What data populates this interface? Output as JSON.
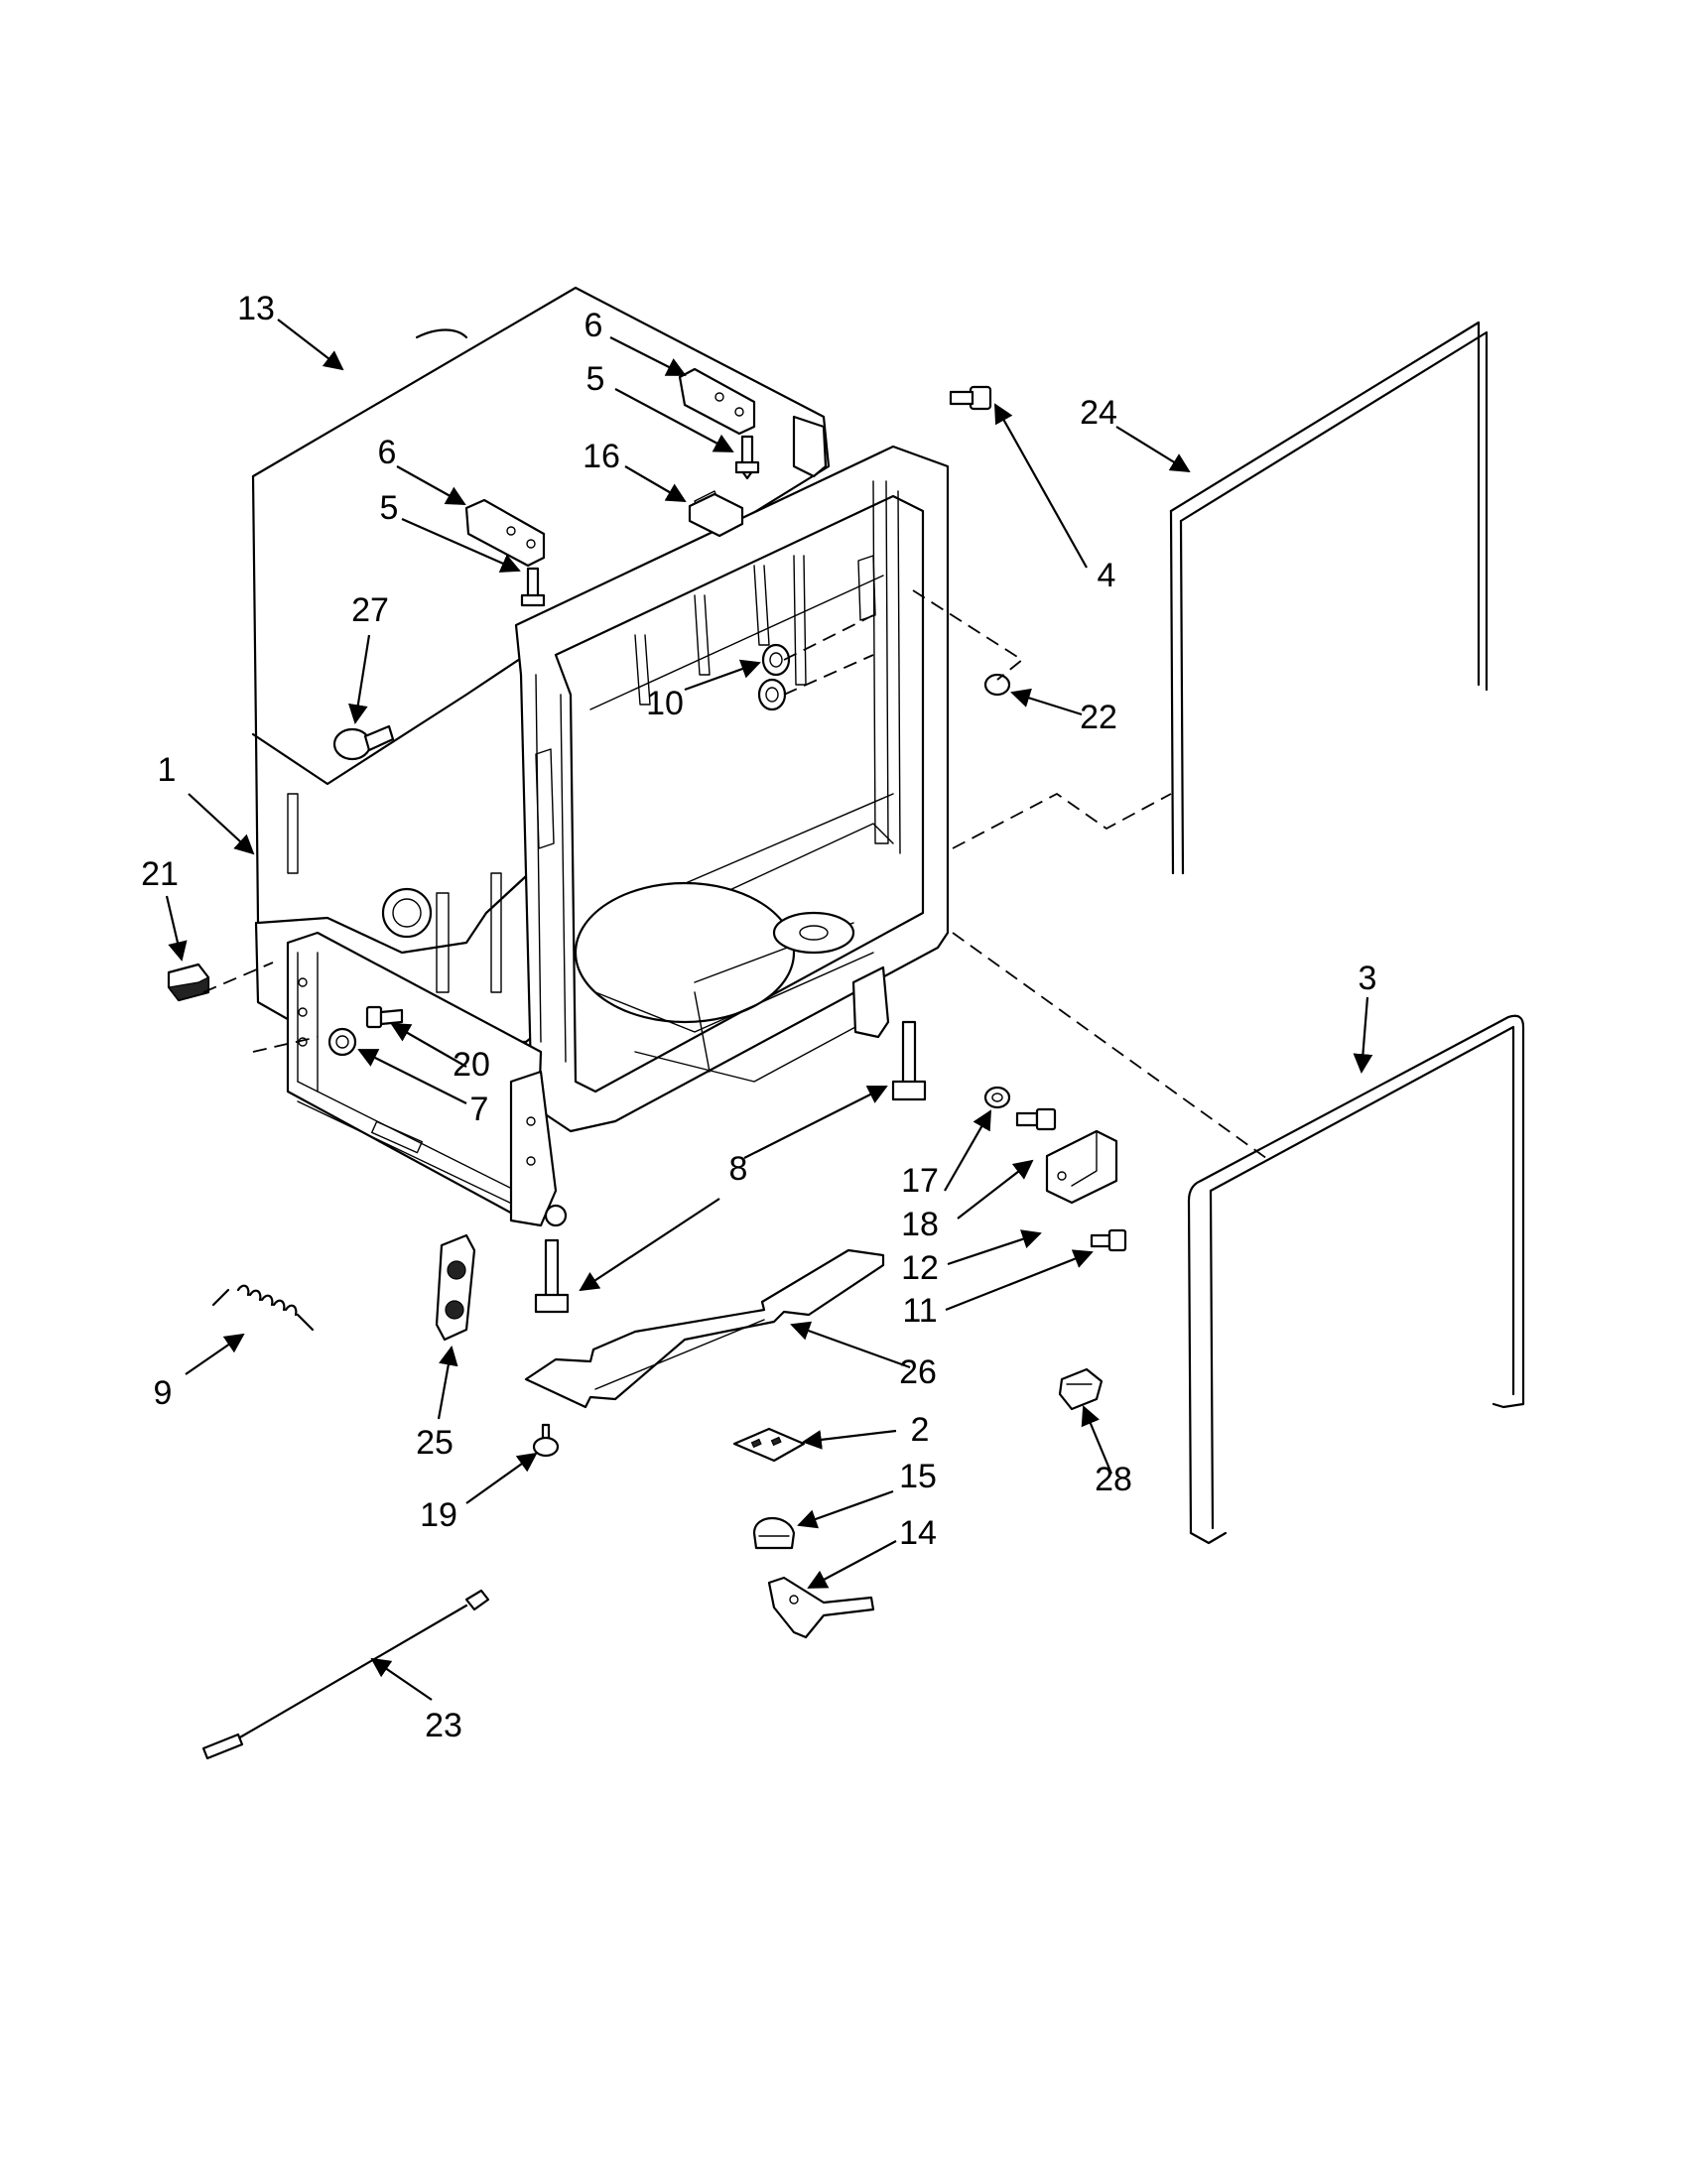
{
  "diagram": {
    "callouts": [
      {
        "id": "c13",
        "text": "13"
      },
      {
        "id": "c6a",
        "text": "6"
      },
      {
        "id": "c5a",
        "text": "5"
      },
      {
        "id": "c6b",
        "text": "6"
      },
      {
        "id": "c16",
        "text": "16"
      },
      {
        "id": "c5b",
        "text": "5"
      },
      {
        "id": "c24",
        "text": "24"
      },
      {
        "id": "c4",
        "text": "4"
      },
      {
        "id": "c27",
        "text": "27"
      },
      {
        "id": "c10",
        "text": "10"
      },
      {
        "id": "c22",
        "text": "22"
      },
      {
        "id": "c1",
        "text": "1"
      },
      {
        "id": "c21",
        "text": "21"
      },
      {
        "id": "c3",
        "text": "3"
      },
      {
        "id": "c20",
        "text": "20"
      },
      {
        "id": "c7",
        "text": "7"
      },
      {
        "id": "c8",
        "text": "8"
      },
      {
        "id": "c17",
        "text": "17"
      },
      {
        "id": "c18",
        "text": "18"
      },
      {
        "id": "c12",
        "text": "12"
      },
      {
        "id": "c11",
        "text": "11"
      },
      {
        "id": "c26",
        "text": "26"
      },
      {
        "id": "c9",
        "text": "9"
      },
      {
        "id": "c25",
        "text": "25"
      },
      {
        "id": "c2",
        "text": "2"
      },
      {
        "id": "c28",
        "text": "28"
      },
      {
        "id": "c19",
        "text": "19"
      },
      {
        "id": "c15",
        "text": "15"
      },
      {
        "id": "c14",
        "text": "14"
      },
      {
        "id": "c23",
        "text": "23"
      }
    ]
  }
}
